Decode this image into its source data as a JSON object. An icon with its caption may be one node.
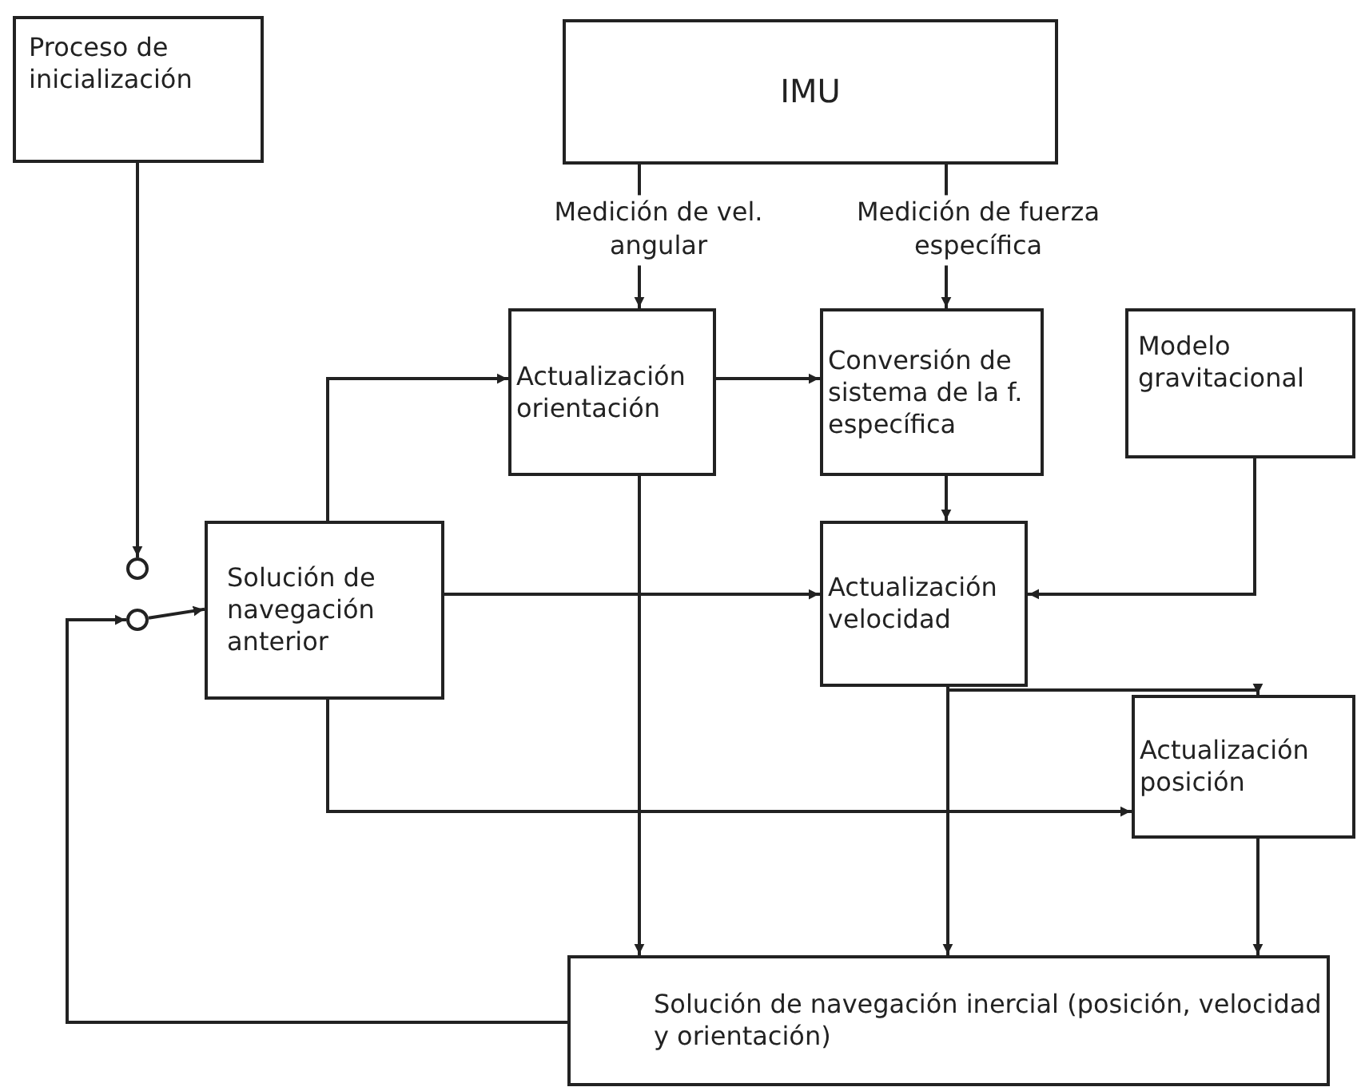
{
  "diagram": {
    "nodes": [
      {
        "text": [
          "Proceso de inicialización"
        ]
      },
      {
        "text": [
          "IMU"
        ]
      },
      {
        "text": [
          "Actualización orientación"
        ]
      },
      {
        "text": [
          "Conversión de sistema de la f. específica"
        ]
      },
      {
        "text": [
          "Modelo gravitacional"
        ]
      },
      {
        "text": [
          "Solución de navegación anterior"
        ]
      },
      {
        "text": [
          "Actualización velocidad"
        ]
      },
      {
        "text": [
          "Actualización posición"
        ]
      },
      {
        "text": [
          "Solución de navegación inercial (posición, velocidad y orientación)"
        ]
      },
      {
        "text": [],
        "shape": "circle"
      },
      {
        "text": [],
        "shape": "circle"
      }
    ],
    "edges": [
      {
        "from": 0,
        "to": 9,
        "arrow": "to"
      },
      {
        "from": 1,
        "to": 2,
        "arrow": "to",
        "label": "Medición de vel. angular"
      },
      {
        "from": 1,
        "to": 3,
        "arrow": "to",
        "label": "Medición de fuerza específica"
      },
      {
        "from": 5,
        "to": 2,
        "arrow": "to"
      },
      {
        "from": 2,
        "to": 3,
        "arrow": "to"
      },
      {
        "from": 3,
        "to": 6,
        "arrow": "to"
      },
      {
        "from": 4,
        "to": 6,
        "arrow": "to"
      },
      {
        "from": 5,
        "to": 6,
        "arrow": "to"
      },
      {
        "from": 2,
        "to": 8,
        "arrow": "to"
      },
      {
        "from": 6,
        "to": 8,
        "arrow": "to"
      },
      {
        "from": 6,
        "to": 7,
        "arrow": "to"
      },
      {
        "from": 5,
        "to": 7,
        "arrow": "to"
      },
      {
        "from": 7,
        "to": 8,
        "arrow": "to"
      },
      {
        "from": 8,
        "to": 10,
        "arrow": "to"
      },
      {
        "from": 10,
        "to": 5,
        "arrow": "to"
      }
    ]
  }
}
